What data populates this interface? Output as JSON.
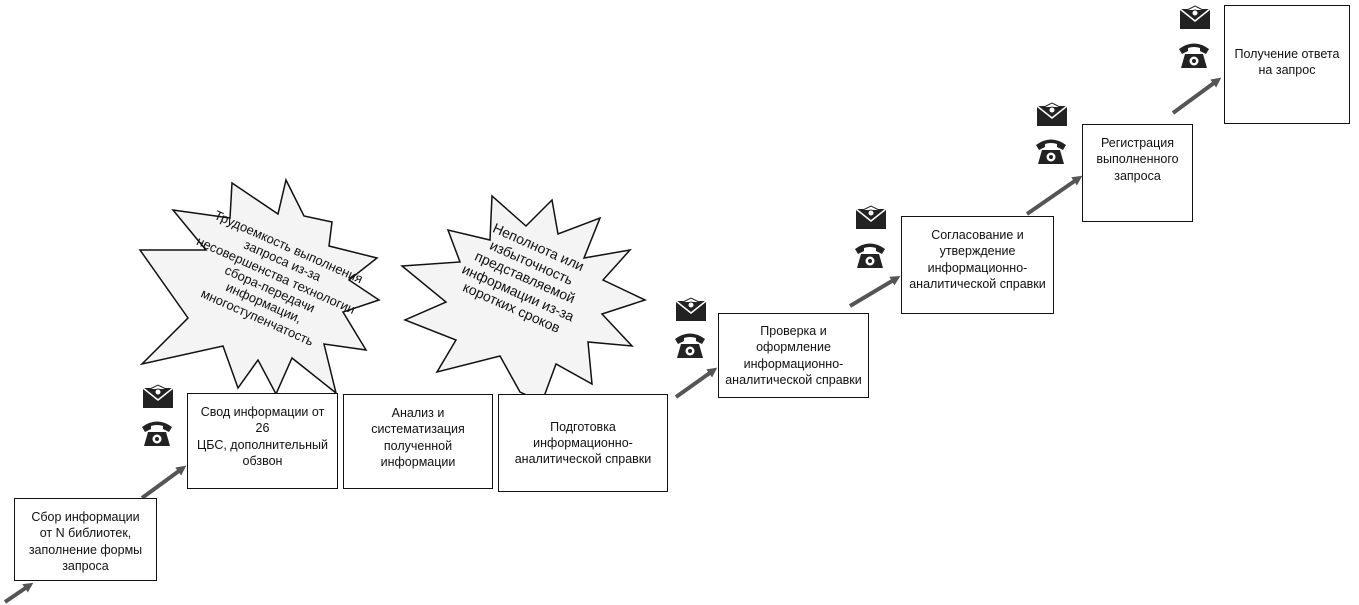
{
  "steps": [
    {
      "text": "Сбор информации\nот N библиотек,\nзаполнение формы\nзапроса"
    },
    {
      "text": "Свод информации от 26\nЦБС, дополнительный\nобзвон"
    },
    {
      "text": "Анализ и\nсистематизация\nполученной\nинформации"
    },
    {
      "text": "Подготовка\nинформационно-\nаналитической справки"
    },
    {
      "text": "Проверка и\nоформление\nинформационно-\nаналитической справки"
    },
    {
      "text": "Согласование и\nутверждение\nинформационно-\nаналитической справки"
    },
    {
      "text": "Регистрация\nвыполненного\nзапроса"
    },
    {
      "text": "Получение ответа\nна запрос"
    }
  ],
  "problems": [
    {
      "text": "Трудоемкость выполнения\nзапроса из-за\nнесовершенства технологии\nсбора-передачи\nинформации,\nмногоступенчатость"
    },
    {
      "text": "Неполнота или\nизбыточность\nпредставляемой\nинформации из-за\nкоротких сроков"
    }
  ],
  "icons": {
    "email": "email-envelope-icon",
    "phone": "telephone-icon"
  },
  "colors": {
    "arrow": "#555555",
    "border": "#111111",
    "burst_fill": "#f4f4f4"
  }
}
